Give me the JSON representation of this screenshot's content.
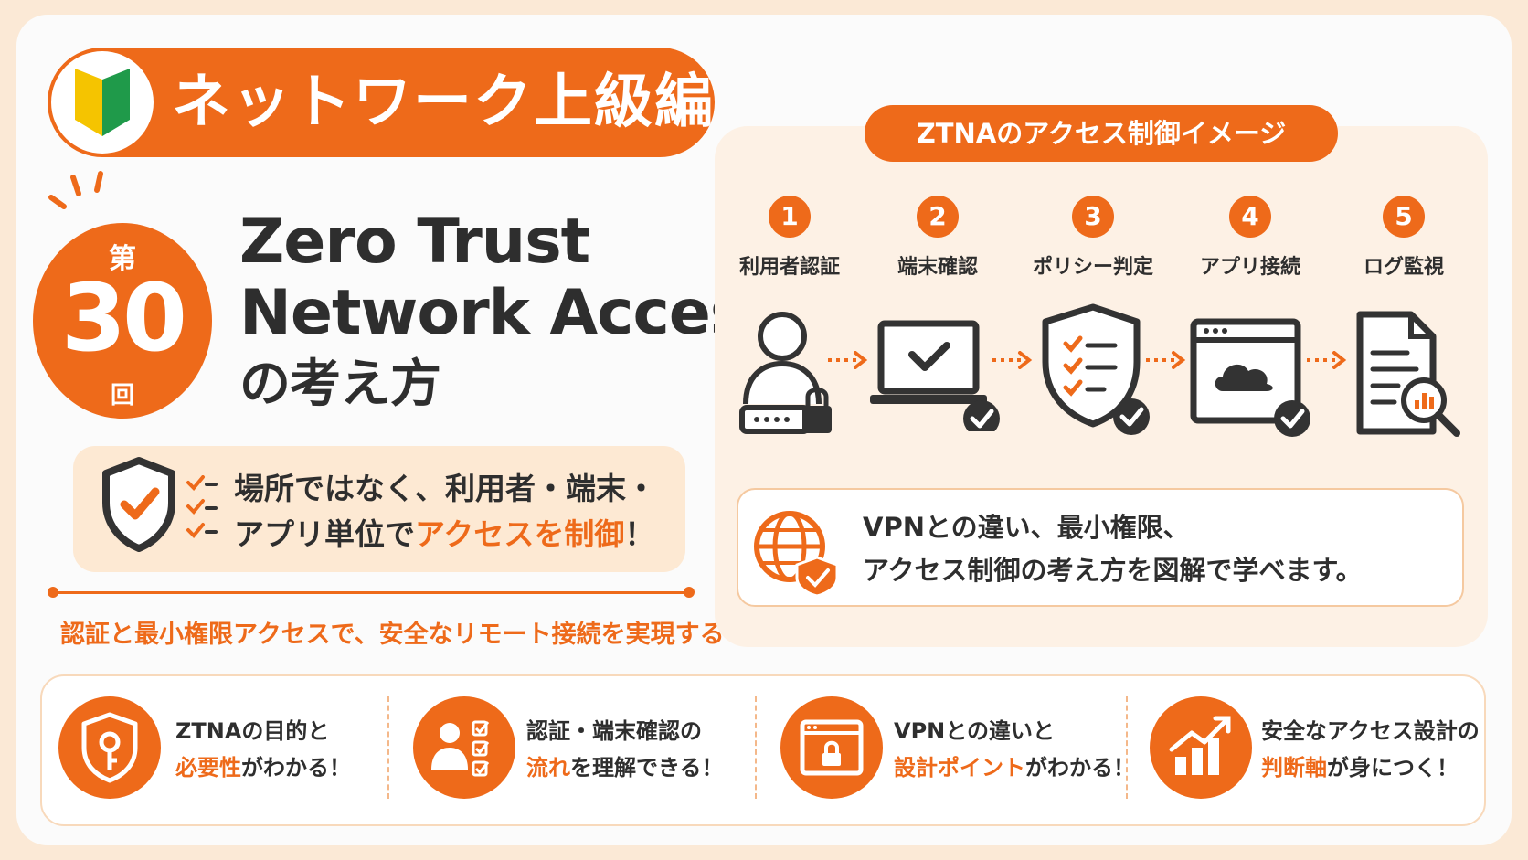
{
  "level": {
    "title": "ネットワーク上級編"
  },
  "episode": {
    "prefix": "第",
    "number": "30",
    "suffix": "回"
  },
  "title": {
    "line1": "Zero Trust",
    "line2": "Network Access",
    "line3": "の考え方"
  },
  "key_message": {
    "line1": "場所ではなく、利用者・端末・",
    "line2_plain": "アプリ単位で",
    "line2_accent": "アクセスを制御",
    "line2_end": "！"
  },
  "subtitle": "認証と最小権限アクセスで、安全なリモート接続を実現する",
  "ztna": {
    "heading": "ZTNAのアクセス制御イメージ",
    "steps": [
      {
        "num": "1",
        "label": "利用者認証",
        "icon": "user-lock-icon"
      },
      {
        "num": "2",
        "label": "端末確認",
        "icon": "laptop-check-icon"
      },
      {
        "num": "3",
        "label": "ポリシー判定",
        "icon": "shield-checklist-icon"
      },
      {
        "num": "4",
        "label": "アプリ接続",
        "icon": "cloud-app-icon"
      },
      {
        "num": "5",
        "label": "ログ監視",
        "icon": "document-search-icon"
      }
    ],
    "info": {
      "line1": "VPNとの違い、最小権限、",
      "line2": "アクセス制御の考え方を図解で学べます。",
      "icon": "globe-shield-icon"
    }
  },
  "benefits": [
    {
      "line1": "ZTNAの目的と",
      "line2_hl": "必要性",
      "line2_rest": "がわかる！",
      "icon": "key-shield-icon"
    },
    {
      "line1": "認証・端末確認の",
      "line2_hl": "流れ",
      "line2_rest": "を理解できる！",
      "icon": "user-checklist-icon"
    },
    {
      "line1": "VPNとの違いと",
      "line2_hl": "設計ポイント",
      "line2_rest": "がわかる！",
      "icon": "window-lock-icon"
    },
    {
      "line1": "安全なアクセス設計の",
      "line2_hl": "判断軸",
      "line2_rest": "が身につく！",
      "icon": "growth-chart-icon"
    }
  ],
  "colors": {
    "accent": "#ee6a1a",
    "panel": "#fdf1e5",
    "text": "#2e2e2e",
    "beginner_green": "#1f9a4a",
    "beginner_yellow": "#f5c400"
  }
}
